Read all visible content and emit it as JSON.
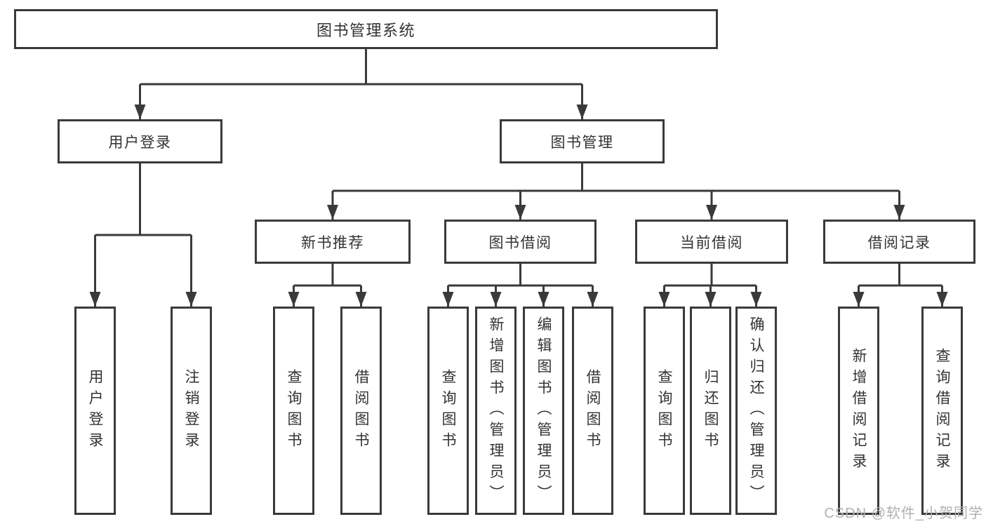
{
  "tree": {
    "root": {
      "label": "图书管理系统"
    },
    "branches": [
      {
        "label": "用户登录",
        "children": [
          {
            "label": "用户登录"
          },
          {
            "label": "注销登录"
          }
        ]
      },
      {
        "label": "图书管理",
        "children": [
          {
            "label": "新书推荐",
            "children": [
              {
                "label": "查询图书"
              },
              {
                "label": "借阅图书"
              }
            ]
          },
          {
            "label": "图书借阅",
            "children": [
              {
                "label": "查询图书"
              },
              {
                "label": "新增图书（管理员）"
              },
              {
                "label": "编辑图书（管理员）"
              },
              {
                "label": "借阅图书"
              }
            ]
          },
          {
            "label": "当前借阅",
            "children": [
              {
                "label": "查询图书"
              },
              {
                "label": "归还图书"
              },
              {
                "label": "确认归还（管理员）"
              }
            ]
          },
          {
            "label": "借阅记录",
            "children": [
              {
                "label": "新增借阅记录"
              },
              {
                "label": "查询借阅记录"
              }
            ]
          }
        ]
      }
    ]
  },
  "watermark": {
    "text": "CSDN @软件_小贺同学",
    "color": "#b0b0b0"
  },
  "colors": {
    "line": "#3a3a3a",
    "text": "#333333",
    "node_fill": "#ffffff",
    "background": "#ffffff"
  }
}
